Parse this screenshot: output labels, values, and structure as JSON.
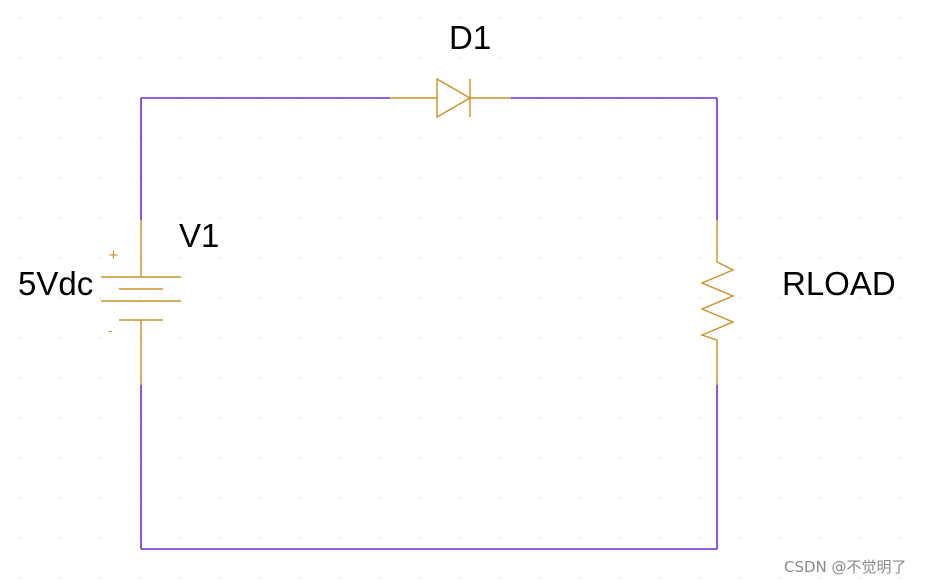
{
  "schematic": {
    "diode": {
      "ref": "D1"
    },
    "source": {
      "ref": "V1",
      "value": "5Vdc",
      "plus": "+",
      "minus": "-"
    },
    "resistor": {
      "ref": "RLOAD"
    }
  },
  "watermark": "CSDN @不觉明了",
  "colors": {
    "wire": "#6a2fd0",
    "component": "#c8902a",
    "grid_dot": "#d8d8d8"
  }
}
